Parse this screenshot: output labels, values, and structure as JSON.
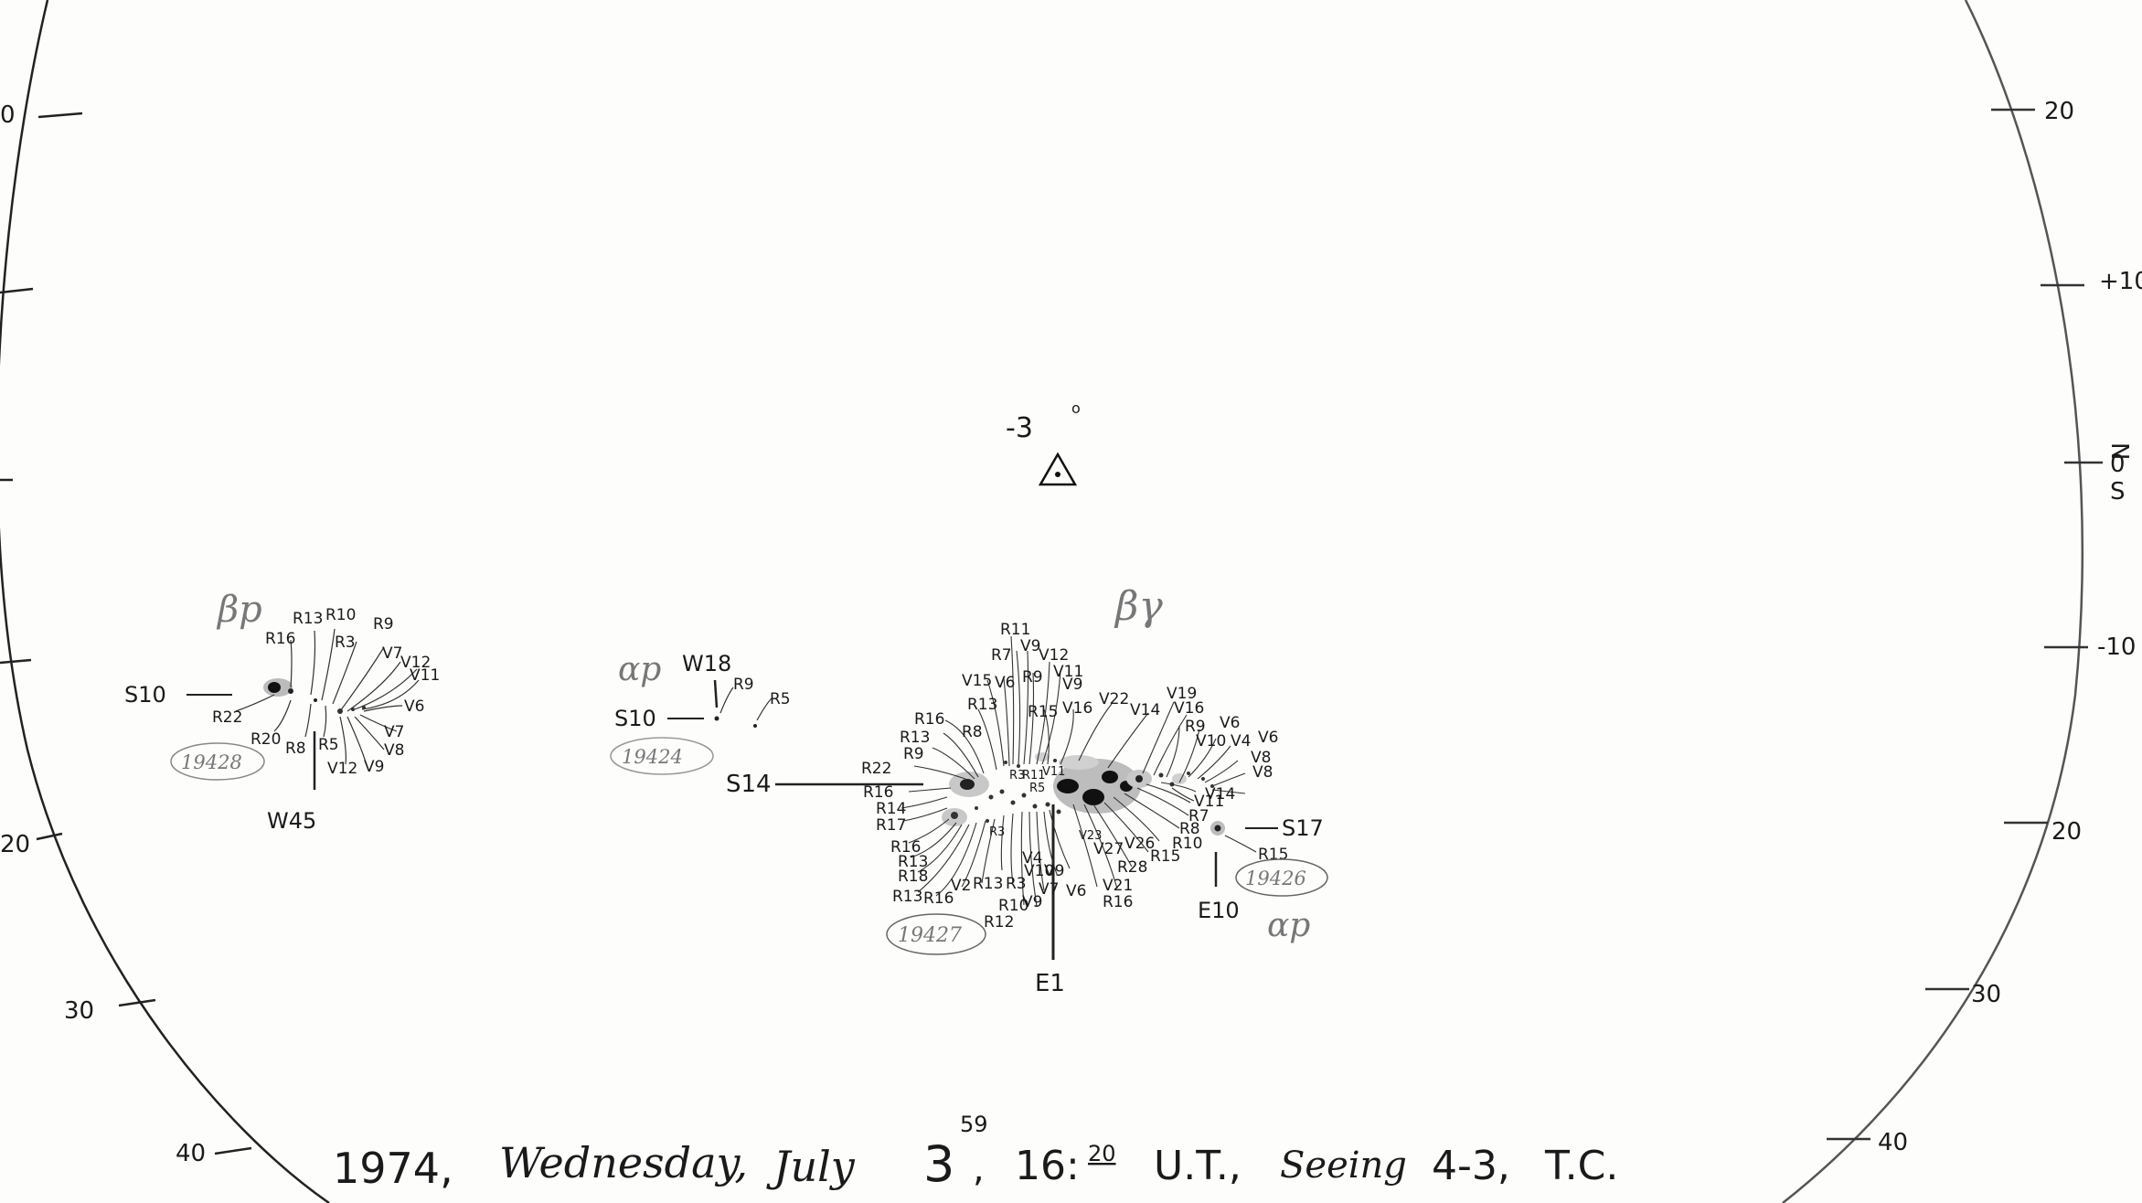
{
  "limb": {
    "left_ticks": [
      "0",
      "20",
      "30",
      "40"
    ],
    "right_ticks": [
      "20",
      "+10",
      "-10",
      "20",
      "30",
      "40"
    ],
    "right_axis": [
      "N",
      "0",
      "S"
    ]
  },
  "center": {
    "angle": "-3",
    "degree": "o"
  },
  "groups": {
    "g19428": {
      "number": "19428",
      "class": "βp",
      "lat": "S10",
      "lon": "W45",
      "spots": [
        "R16",
        "R13",
        "R10",
        "R9",
        "R3",
        "V7",
        "V12",
        "V11",
        "V6",
        "V7",
        "V8",
        "V9",
        "V12",
        "R5",
        "R8",
        "R20",
        "R22"
      ]
    },
    "g19424": {
      "number": "19424",
      "class": "αp",
      "lat": "S10",
      "lon": "W18",
      "spots": [
        "R9",
        "R5"
      ]
    },
    "g19427": {
      "number": "19427",
      "class": "βγ",
      "lat": "S14",
      "lon": "E1",
      "spots": [
        "R11",
        "R7",
        "V9",
        "V15",
        "V6",
        "R9",
        "V11",
        "V12",
        "V9",
        "R13",
        "R15",
        "V16",
        "V22",
        "V14",
        "V19",
        "V16",
        "R16",
        "R8",
        "R13",
        "R9",
        "R22",
        "R16",
        "R14",
        "R17",
        "R16",
        "R13",
        "R18",
        "R13",
        "R16",
        "V2",
        "R13",
        "R3",
        "V4",
        "V10",
        "V9",
        "V7",
        "R10",
        "V9",
        "R12",
        "V6",
        "V21",
        "R16",
        "R28",
        "V27",
        "V26",
        "R15",
        "R10",
        "R8",
        "R7",
        "V11",
        "V14",
        "V10",
        "R9",
        "V6",
        "V4",
        "V6",
        "V8",
        "V8",
        "V23",
        "R11",
        "R5",
        "R3",
        "R3",
        "V11"
      ]
    },
    "g19426": {
      "number": "19426",
      "class": "αp",
      "lat": "S17",
      "lon": "E10",
      "spots": [
        "R15"
      ]
    }
  },
  "footer": {
    "year": "1974,",
    "weekday": "Wednesday,",
    "month": "July",
    "day": "3",
    "day_fraction": "59",
    "time": "16:",
    "time_minutes": "20",
    "tail": "U.T.,",
    "seeing_label": "Seeing",
    "seeing_value": "4-3,",
    "observer": "T.C."
  }
}
